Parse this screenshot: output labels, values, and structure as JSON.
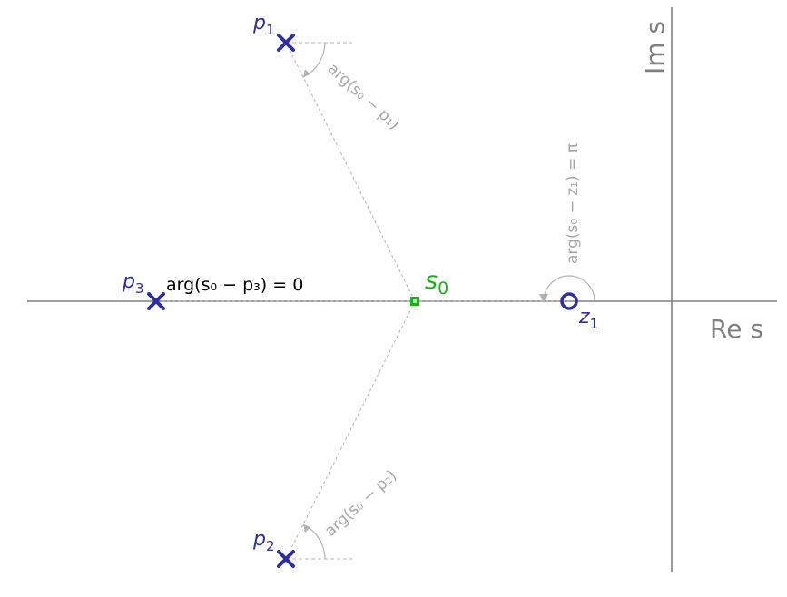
{
  "colors": {
    "axis": "#808080",
    "guide": "#b3b3b3",
    "pole_zero": "#2e2e9e",
    "test_point": "#19b219",
    "text_dark": "#000000",
    "annotation_gray": "#a6a6a6"
  },
  "axes": {
    "real_label": "Re s",
    "imag_label": "Im s"
  },
  "points": {
    "p1": {
      "base": "p",
      "sub": "1",
      "kind": "pole"
    },
    "p2": {
      "base": "p",
      "sub": "2",
      "kind": "pole"
    },
    "p3": {
      "base": "p",
      "sub": "3",
      "kind": "pole"
    },
    "z1": {
      "base": "z",
      "sub": "1",
      "kind": "zero"
    },
    "s0": {
      "base": "s",
      "sub": "0",
      "kind": "test-point"
    }
  },
  "annotations": {
    "arg_p1": "arg(s₀ − p₁)",
    "arg_p2": "arg(s₀ − p₂)",
    "arg_p3": "arg(s₀ − p₃) = 0",
    "arg_z1": "arg(s₀ − z₁) = π"
  },
  "icons": {
    "pole": "cross-marker-icon",
    "zero": "circle-marker-icon",
    "test_point": "square-marker-icon"
  }
}
